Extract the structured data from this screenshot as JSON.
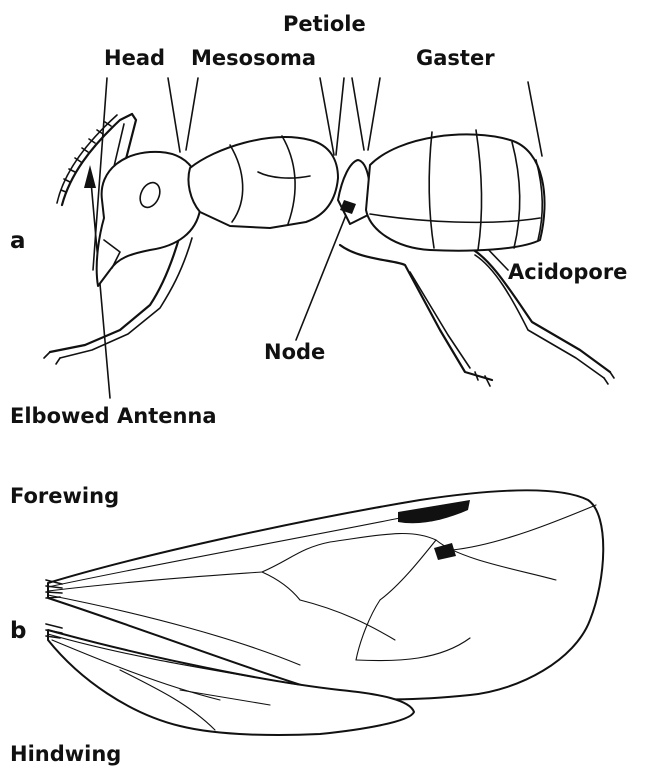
{
  "panels": {
    "a": "a",
    "b": "b"
  },
  "labels": {
    "petiole": "Petiole",
    "head": "Head",
    "mesosoma": "Mesosoma",
    "gaster": "Gaster",
    "acidopore": "Acidopore",
    "node": "Node",
    "antenna": "Elbowed Antenna",
    "forewing": "Forewing",
    "hindwing": "Hindwing"
  },
  "colors": {
    "ink": "#111111",
    "background": "#ffffff"
  }
}
